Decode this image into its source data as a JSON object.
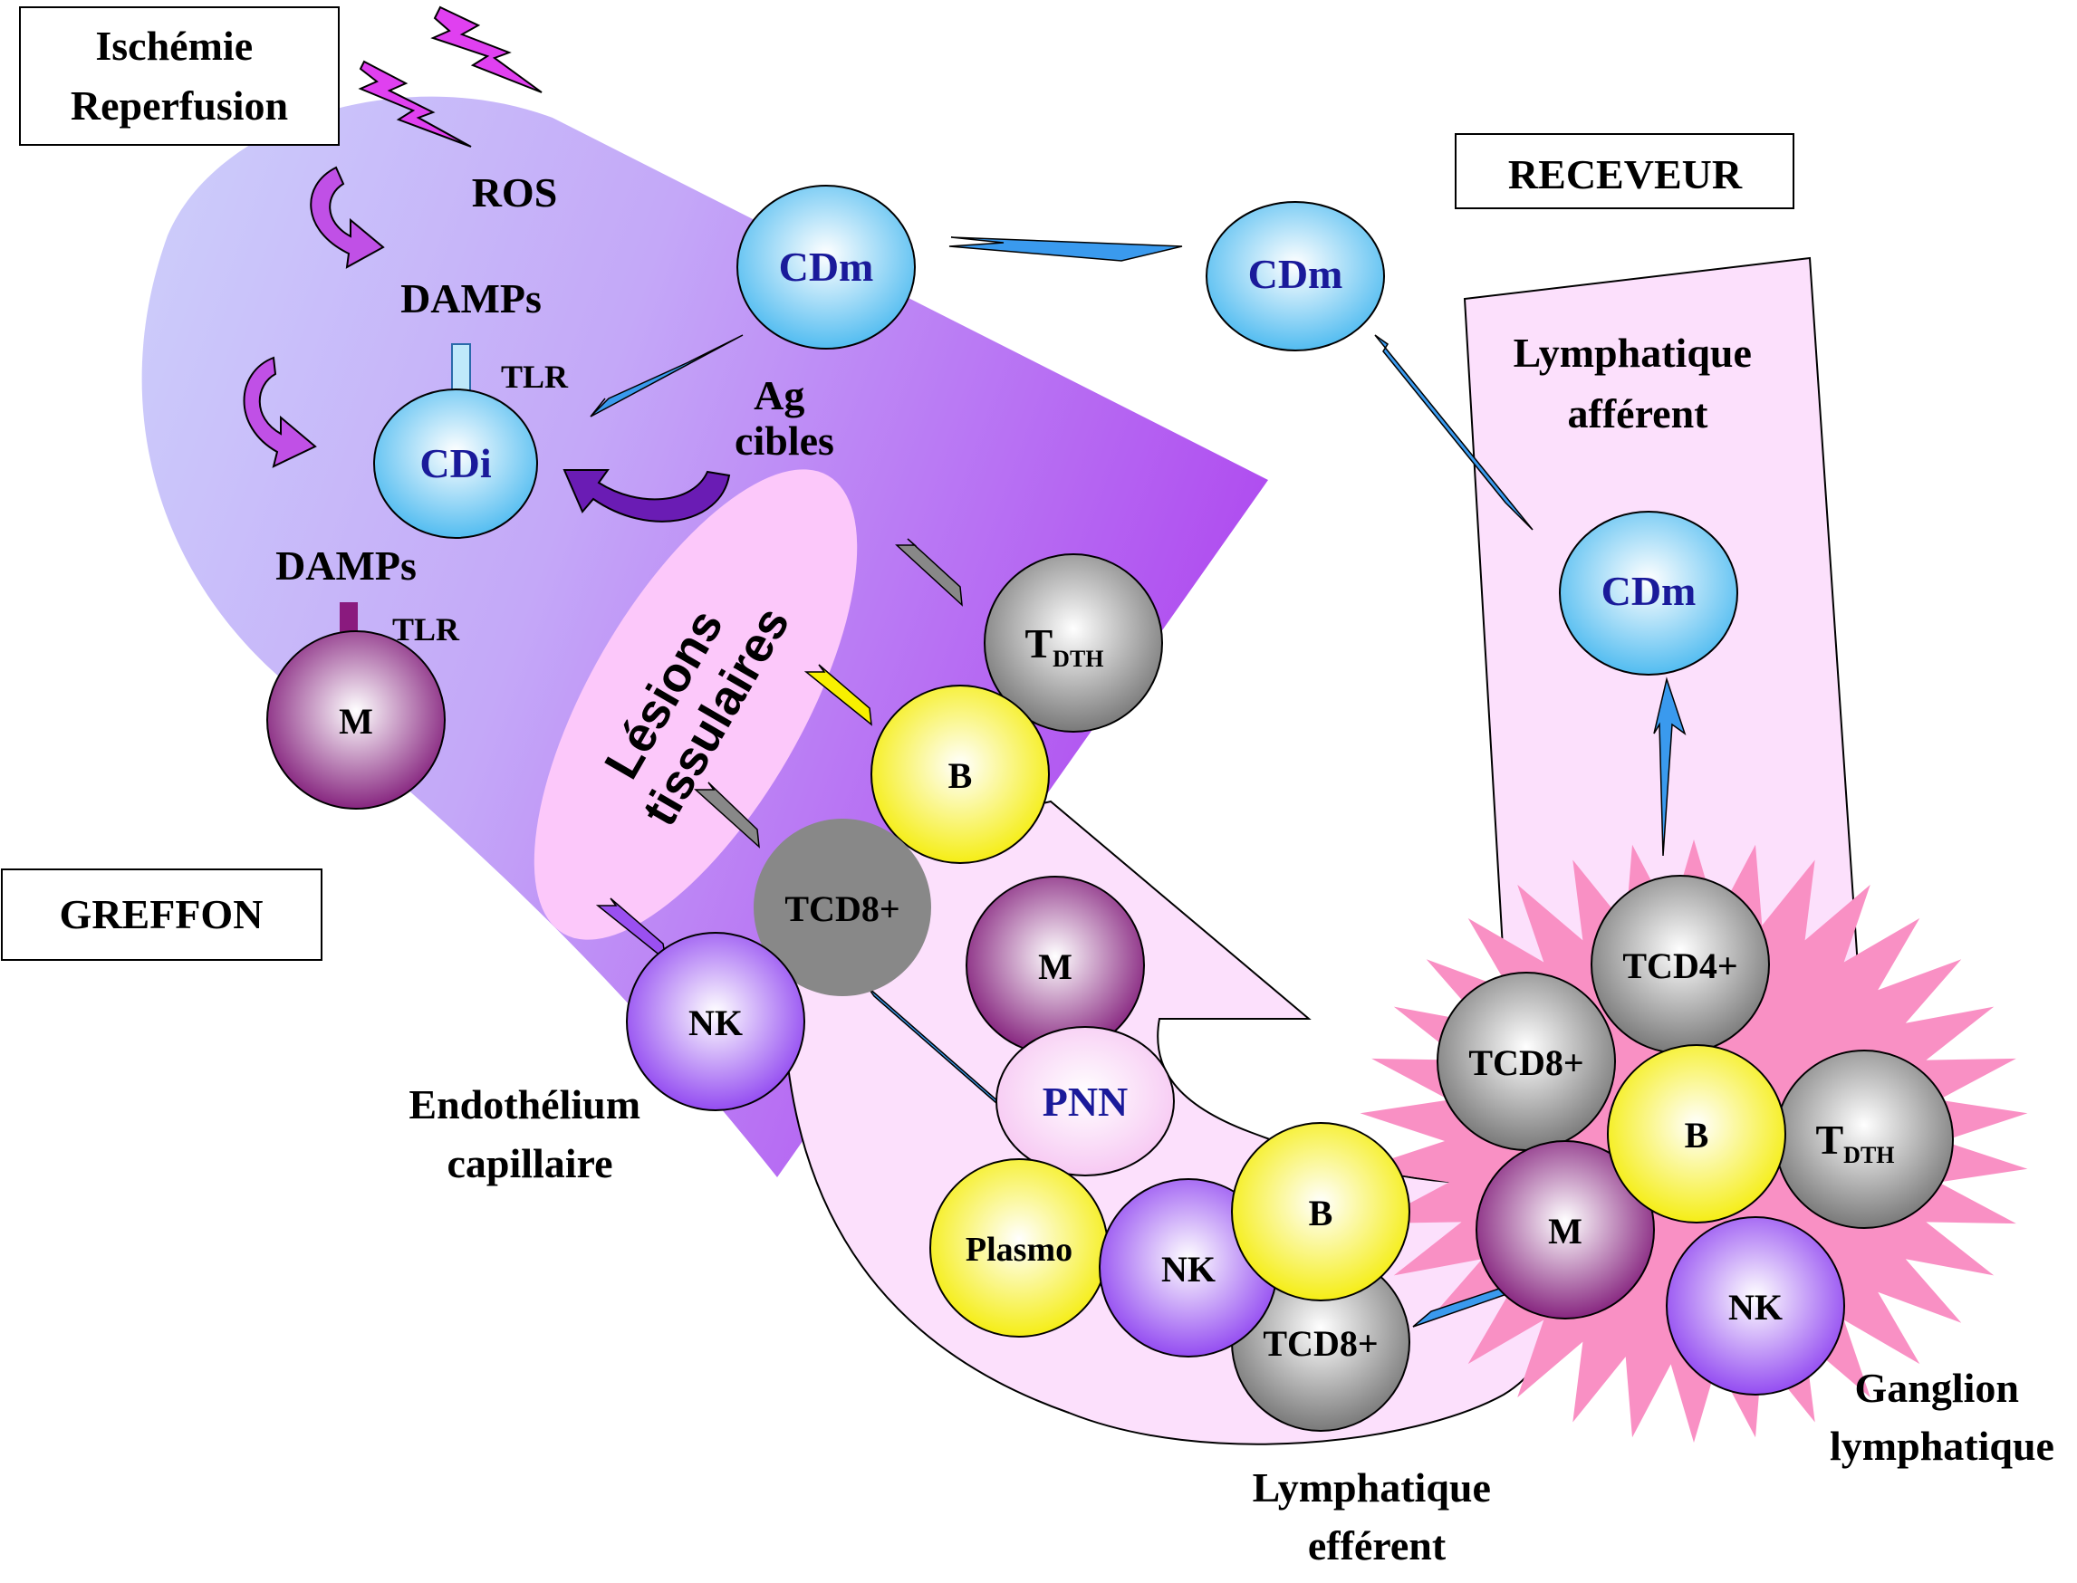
{
  "labels": {
    "ischemie_line1": "Ischémie",
    "ischemie_line2": "Reperfusion",
    "ros": "ROS",
    "damps_top": "DAMPs",
    "damps_mid": "DAMPs",
    "tlr_cdi": "TLR",
    "tlr_m": "TLR",
    "ag_line1": "Ag",
    "ag_line2": "cibles",
    "greffon": "GREFFON",
    "receveur": "RECEVEUR",
    "lymph_aff_line1": "Lymphatique",
    "lymph_aff_line2": "afférent",
    "lymph_eff_line1": "Lymphatique",
    "lymph_eff_line2": "efférent",
    "endo_line1": "Endothélium",
    "endo_line2": "capillaire",
    "ganglion_line1": "Ganglion",
    "ganglion_line2": "lymphatique",
    "lesions_line1": "Lésions",
    "lesions_line2": "tissulaires"
  },
  "cells": {
    "cdm_graft": "CDm",
    "cdm_mid": "CDm",
    "cdm_aff": "CDm",
    "cdi": "CDi",
    "m_graft": "M",
    "tdth_graft_main": "T",
    "tdth_graft_sub": "DTH",
    "b_graft": "B",
    "tcd8_graft": "TCD8+",
    "nk_graft": "NK",
    "m_eff": "M",
    "pnn": "PNN",
    "plasmo": "Plasmo",
    "nk_eff": "NK",
    "b_eff": "B",
    "tcd8_eff": "TCD8+",
    "tcd4_node": "TCD4+",
    "tcd8_node": "TCD8+",
    "b_node": "B",
    "tdth_node_main": "T",
    "tdth_node_sub": "DTH",
    "m_node": "M",
    "nk_node": "NK"
  },
  "colors": {
    "graft_light": "#c8c8fa",
    "graft_dark": "#b04ef0",
    "lymph_fill": "#fce0fc",
    "lesion_fill": "#fcc8fa",
    "node_star": "#f990c4",
    "dc_blue": "#5ec6f2",
    "dc_text": "#1a1a9a",
    "macrophage": "#8a1a7e",
    "grey_cell": "#888888",
    "b_yellow": "#f8f000",
    "nk_purple": "#9a50f0",
    "lightning": "#e040f0",
    "arrow_blue": "#3a9aee"
  }
}
